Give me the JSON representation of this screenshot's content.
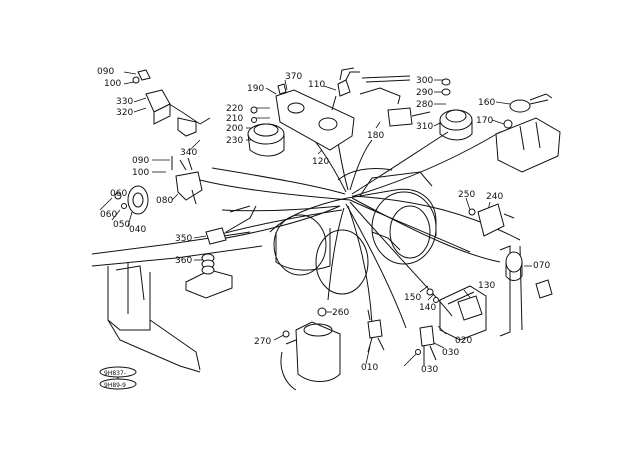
{
  "diagram": {
    "labels": {
      "l090a": "090",
      "l100a": "100",
      "l330": "330",
      "l320": "320",
      "l340": "340",
      "l090b": "090",
      "l100b": "100",
      "l060a": "060",
      "l050": "050",
      "l040": "040",
      "l060b": "060",
      "l080": "080",
      "l350": "350",
      "l360": "360",
      "l190": "190",
      "l370": "370",
      "l110": "110",
      "l220": "220",
      "l210": "210",
      "l200": "200",
      "l230": "230",
      "l120": "120",
      "l180": "180",
      "l300": "300",
      "l290": "290",
      "l280": "280",
      "l310": "310",
      "l160": "160",
      "l170": "170",
      "l250": "250",
      "l240": "240",
      "l070": "070",
      "l150": "150",
      "l140": "140",
      "l130": "130",
      "l020": "020",
      "l030a": "030",
      "l010": "010",
      "l030b": "030",
      "l270": "270",
      "l260": "260"
    },
    "stamps": {
      "s1": "9H837-",
      "s2": "9H89-9"
    }
  }
}
